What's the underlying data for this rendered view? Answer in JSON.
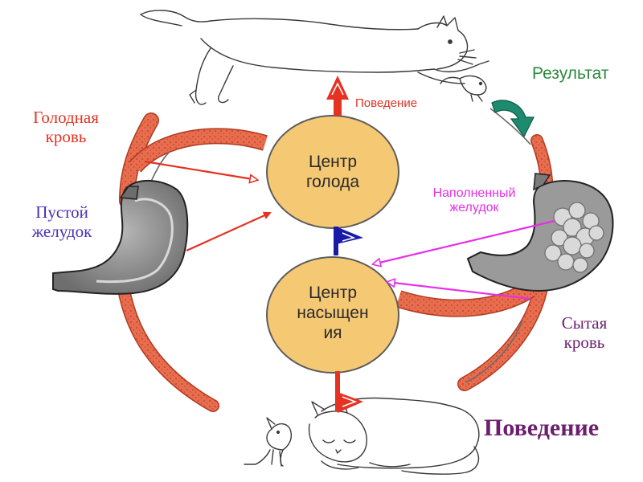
{
  "colors": {
    "center_fill": "#f5c874",
    "center_stroke": "#5c5c5c",
    "vessel": "#e86d4e",
    "vessel_dark": "#b23a22",
    "red": "#e53222",
    "magenta": "#e530e6",
    "blue": "#1a1aa8",
    "green": "#2c8a3c",
    "teal": "#1e8a70",
    "purple": "#6b1f6e",
    "stomach_gray": "#8f8f8f"
  },
  "labels": {
    "hungry_blood": "Голодная\nкровь",
    "empty_stomach": "Пустой\nжелудок",
    "behavior_small": "Поведение",
    "result": "Результат",
    "full_stomach": "Наполненный\nжелудок",
    "fed_blood": "Сытая\nкровь",
    "behavior_big": "Поведение"
  },
  "centers": {
    "hunger": "Центр\nголода",
    "satiety": "Центр\nнасыщен\nия"
  },
  "icons": {
    "top": "cat-catching-mouse",
    "bottom": "sleeping-cat-and-mouse"
  }
}
